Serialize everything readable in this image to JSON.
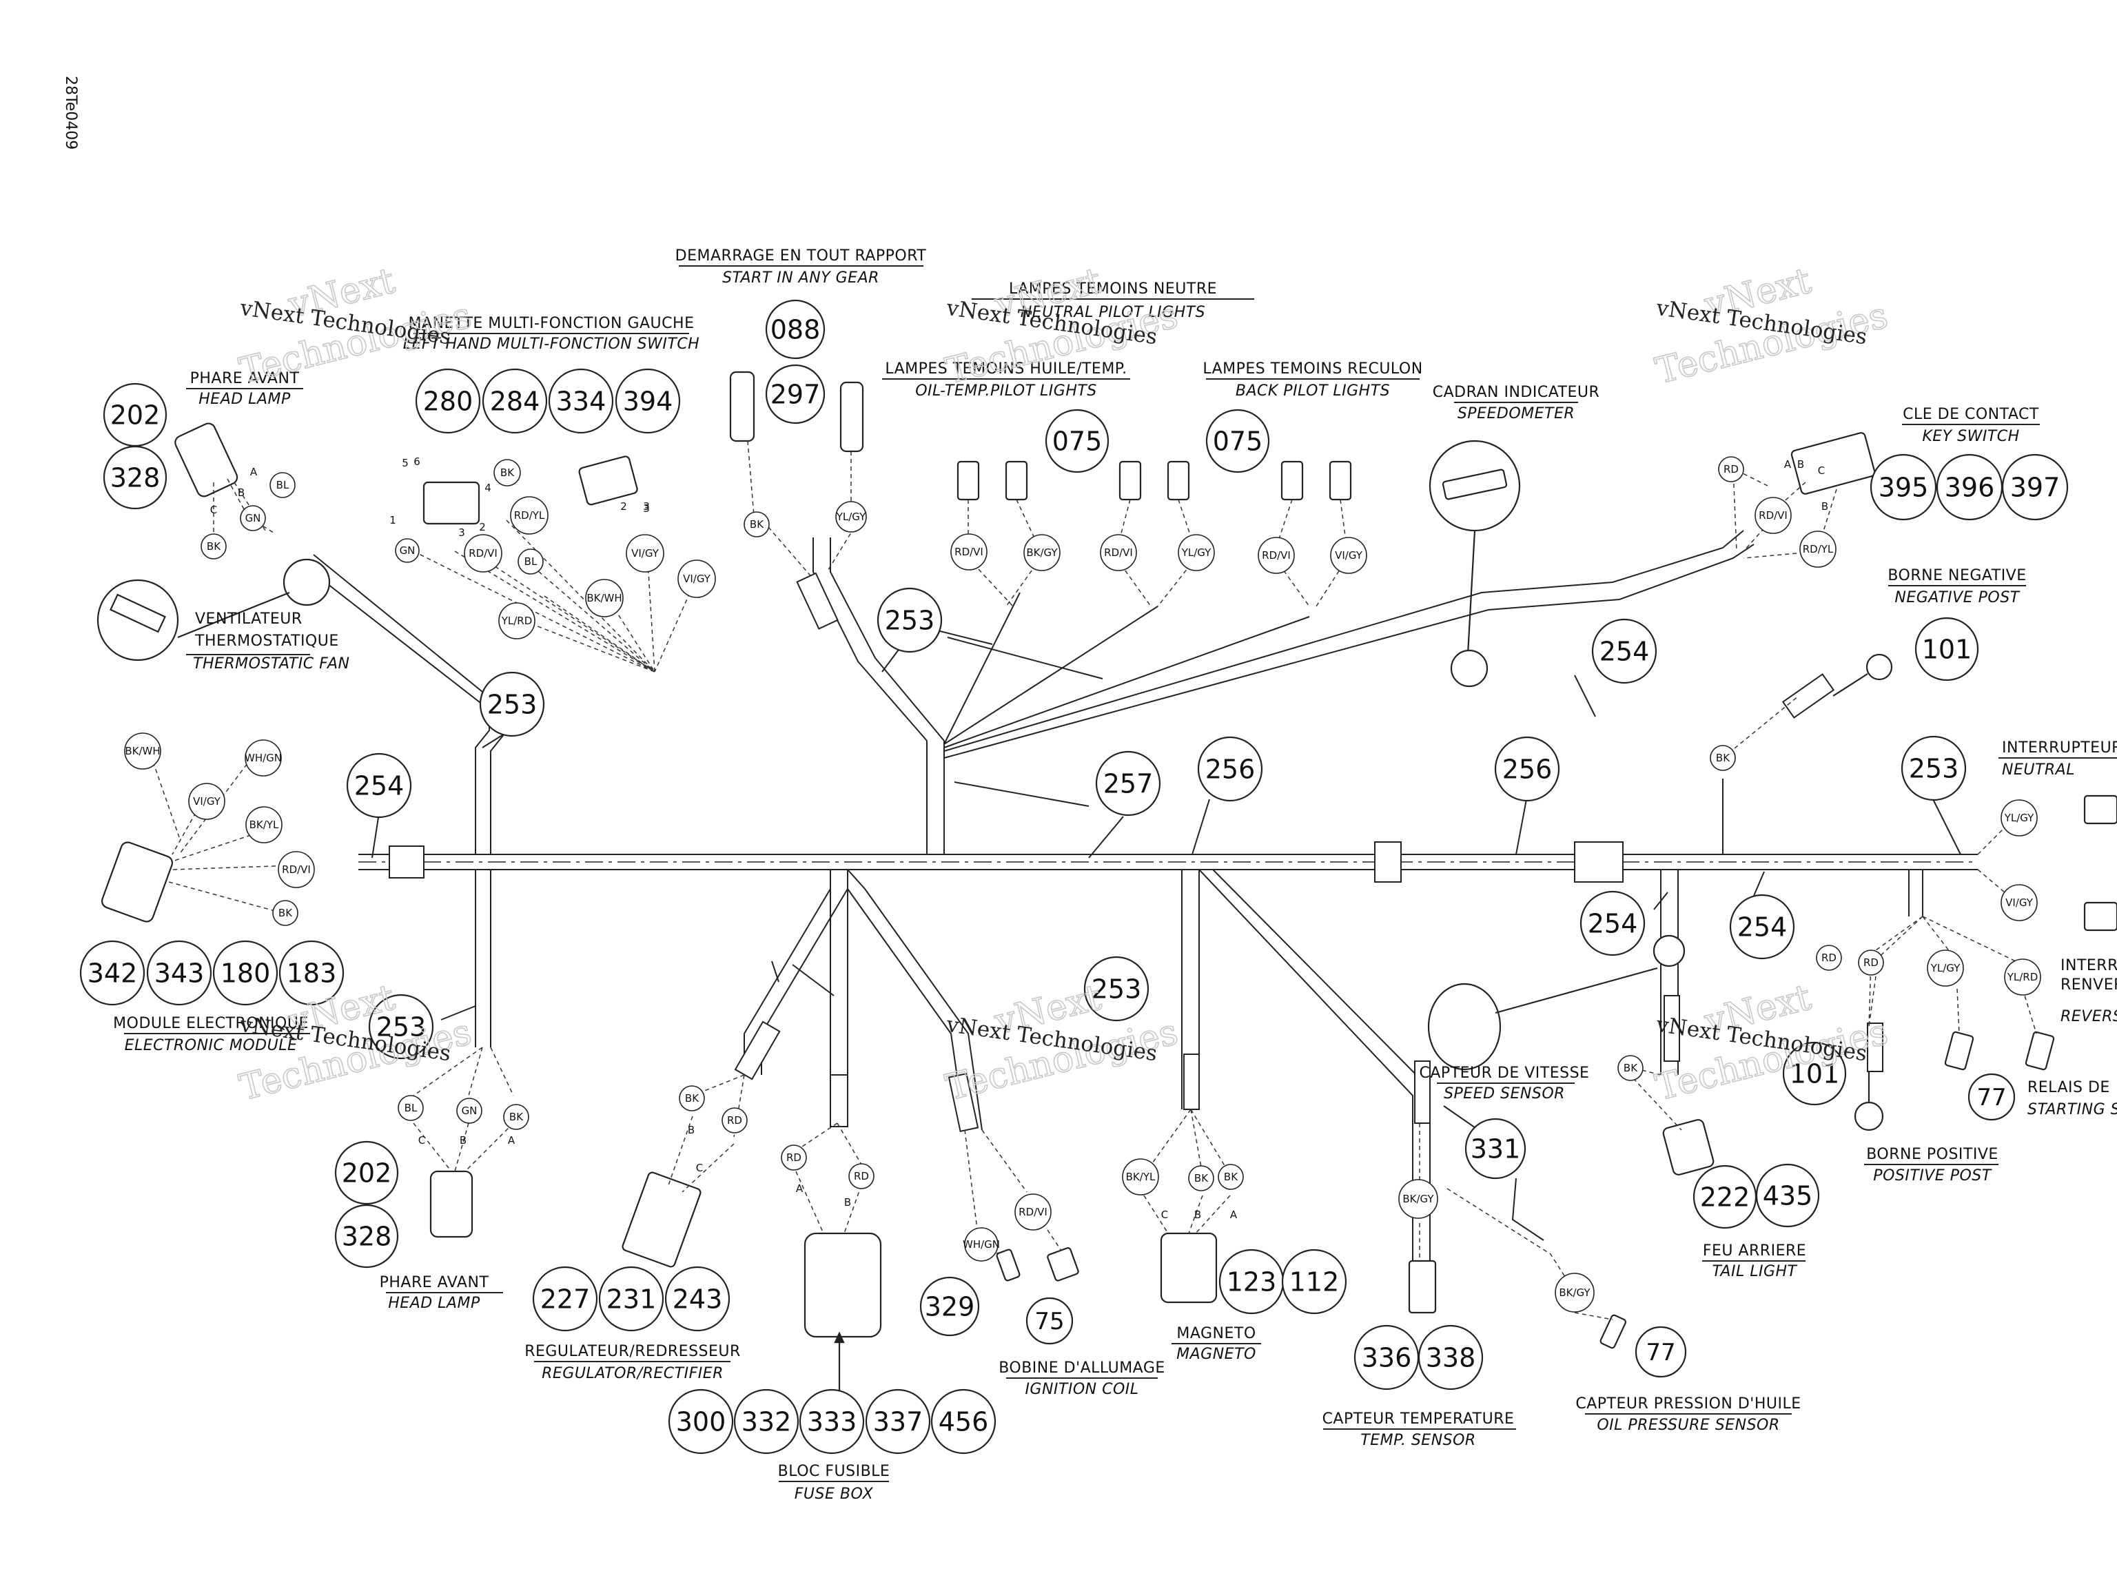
{
  "document_code": "28Te0409",
  "watermark": {
    "line1": "vNext Technologies",
    "ghost1": "vNext",
    "ghost2": "Technologies"
  },
  "components": [
    {
      "id": "start-any-gear",
      "fr": "DEMARRAGE EN TOUT RAPPORT",
      "en": "START IN ANY GEAR",
      "parts": [
        "088",
        "297"
      ]
    },
    {
      "id": "neutral-pilot",
      "fr": "LAMPES TEMOINS NEUTRE",
      "en": "NEUTRAL PILOT LIGHTS",
      "parts": []
    },
    {
      "id": "left-switch",
      "fr": "MANETTE MULTI-FONCTION GAUCHE",
      "en": "LEFT HAND MULTI-FONCTION SWITCH",
      "parts": [
        "280",
        "284",
        "334",
        "394"
      ]
    },
    {
      "id": "head-lamp-top",
      "fr": "PHARE AVANT",
      "en": "HEAD LAMP",
      "parts": [
        "202",
        "328"
      ]
    },
    {
      "id": "oil-temp",
      "fr": "LAMPES TEMOINS HUILE/TEMP.",
      "en": "OIL-TEMP.PILOT LIGHTS",
      "parts": [
        "075"
      ]
    },
    {
      "id": "back-pilot",
      "fr": "LAMPES TEMOINS RECULON",
      "en": "BACK PILOT LIGHTS",
      "parts": [
        "075"
      ]
    },
    {
      "id": "speedometer",
      "fr": "CADRAN INDICATEUR",
      "en": "SPEEDOMETER",
      "parts": []
    },
    {
      "id": "key-switch",
      "fr": "CLE DE CONTACT",
      "en": "KEY SWITCH",
      "parts": [
        "395",
        "396",
        "397"
      ]
    },
    {
      "id": "negative-post",
      "fr": "BORNE NEGATIVE",
      "en": "NEGATIVE POST",
      "parts": [
        "101"
      ]
    },
    {
      "id": "thermo-fan",
      "fr": "VENTILATEUR THERMOSTATIQUE",
      "en": "THERMOSTATIC FAN",
      "parts": []
    },
    {
      "id": "neutral-switch",
      "fr": "INTERRUPTEUR",
      "en": "NEUTRAL",
      "parts": []
    },
    {
      "id": "electronic-module",
      "fr": "MODULE ELECTRONIQUE",
      "en": "ELECTRONIC MODULE",
      "parts": [
        "342",
        "343",
        "180",
        "183"
      ]
    },
    {
      "id": "head-lamp-bottom",
      "fr": "PHARE AVANT",
      "en": "HEAD LAMP",
      "parts": [
        "202",
        "328"
      ]
    },
    {
      "id": "regulator",
      "fr": "REGULATEUR/REDRESSEUR",
      "en": "REGULATOR/RECTIFIER",
      "parts": [
        "227",
        "231",
        "243"
      ]
    },
    {
      "id": "fuse-box",
      "fr": "BLOC FUSIBLE",
      "en": "FUSE BOX",
      "parts": [
        "300",
        "332",
        "333",
        "337",
        "456"
      ]
    },
    {
      "id": "ignition-coil",
      "fr": "BOBINE D'ALLUMAGE",
      "en": "IGNITION COIL",
      "parts": [
        "329",
        "75"
      ]
    },
    {
      "id": "magneto",
      "fr": "MAGNETO",
      "en": "MAGNETO",
      "parts": [
        "123",
        "112"
      ]
    },
    {
      "id": "temp-sensor",
      "fr": "CAPTEUR TEMPERATURE",
      "en": "TEMP. SENSOR",
      "parts": [
        "336",
        "338"
      ]
    },
    {
      "id": "oil-pressure",
      "fr": "CAPTEUR PRESSION D'HUILE",
      "en": "OIL PRESSURE SENSOR",
      "parts": [
        "77"
      ]
    },
    {
      "id": "speed-sensor",
      "fr": "CAPTEUR DE VITESSE",
      "en": "SPEED SENSOR",
      "parts": []
    },
    {
      "id": "tail-light",
      "fr": "FEU ARRIERE",
      "en": "TAIL LIGHT",
      "parts": [
        "222",
        "435"
      ]
    },
    {
      "id": "positive-post",
      "fr": "BORNE POSITIVE",
      "en": "POSITIVE POST",
      "parts": [
        "101"
      ]
    },
    {
      "id": "reverse-switch",
      "fr": "INTERRU",
      "en": "REVERS",
      "fr2": "RENVER",
      "parts": []
    },
    {
      "id": "starting-relay",
      "fr": "RELAIS DE",
      "en": "STARTING S",
      "parts": [
        "77"
      ]
    }
  ],
  "harness_numbers": [
    "253",
    "254",
    "257",
    "256",
    "256",
    "253",
    "254",
    "254",
    "253",
    "253",
    "253",
    "331"
  ],
  "wire_colors": [
    "BL",
    "GN",
    "BK",
    "RD/YL",
    "RD/VI",
    "YL/RD",
    "BK/WH",
    "VI/GY",
    "YL/GY",
    "BK/GY",
    "WH/GN",
    "BK/YL",
    "RD"
  ],
  "pin_letters": [
    "A",
    "B",
    "C",
    "1",
    "2",
    "3",
    "4",
    "5",
    "6"
  ]
}
